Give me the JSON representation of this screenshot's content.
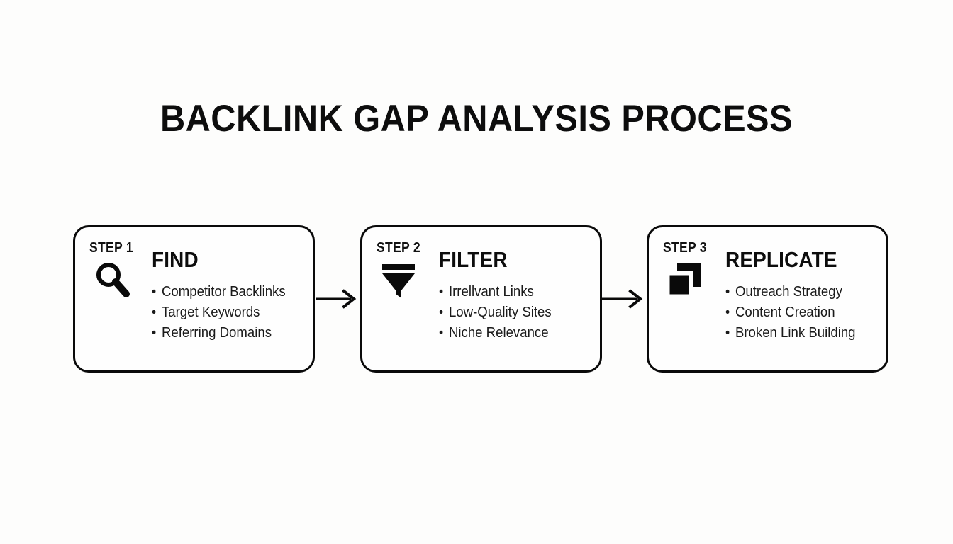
{
  "page": {
    "title": "BACKLINK GAP ANALYSIS PROCESS",
    "background_color": "#fdfdfc",
    "ink_color": "#0d0d0d"
  },
  "flow": {
    "arrow_1_name": "arrow-step1-to-step2",
    "arrow_2_name": "arrow-step2-to-step3",
    "steps": [
      {
        "step_label": "STEP 1",
        "heading": "FIND",
        "icon": "magnifier-icon",
        "bullets": [
          "Competitor Backlinks",
          "Target Keywords",
          "Referring Domains"
        ]
      },
      {
        "step_label": "STEP 2",
        "heading": "FILTER",
        "icon": "funnel-icon",
        "bullets": [
          "Irrellvant Links",
          "Low-Quality Sites",
          "Niche Relevance"
        ]
      },
      {
        "step_label": "STEP 3",
        "heading": "REPLICATE",
        "icon": "copy-squares-icon",
        "bullets": [
          "Outreach Strategy",
          "Content Creation",
          "Broken Link Building"
        ]
      }
    ]
  }
}
